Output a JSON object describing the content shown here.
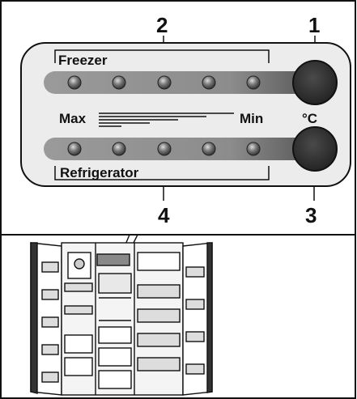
{
  "callouts": {
    "one": "1",
    "two": "2",
    "three": "3",
    "four": "4"
  },
  "panel": {
    "freezer_label": "Freezer",
    "refrigerator_label": "Refrigerator",
    "max_label": "Max",
    "min_label": "Min",
    "unit_label": "°C",
    "freezer_indicator_count": 5,
    "refrigerator_indicator_count": 5
  },
  "colors": {
    "panel_fill": "#ececec",
    "strip_fill": "#8a8a8a",
    "button_fill": "#2e2e2e",
    "outline": "#111111"
  }
}
